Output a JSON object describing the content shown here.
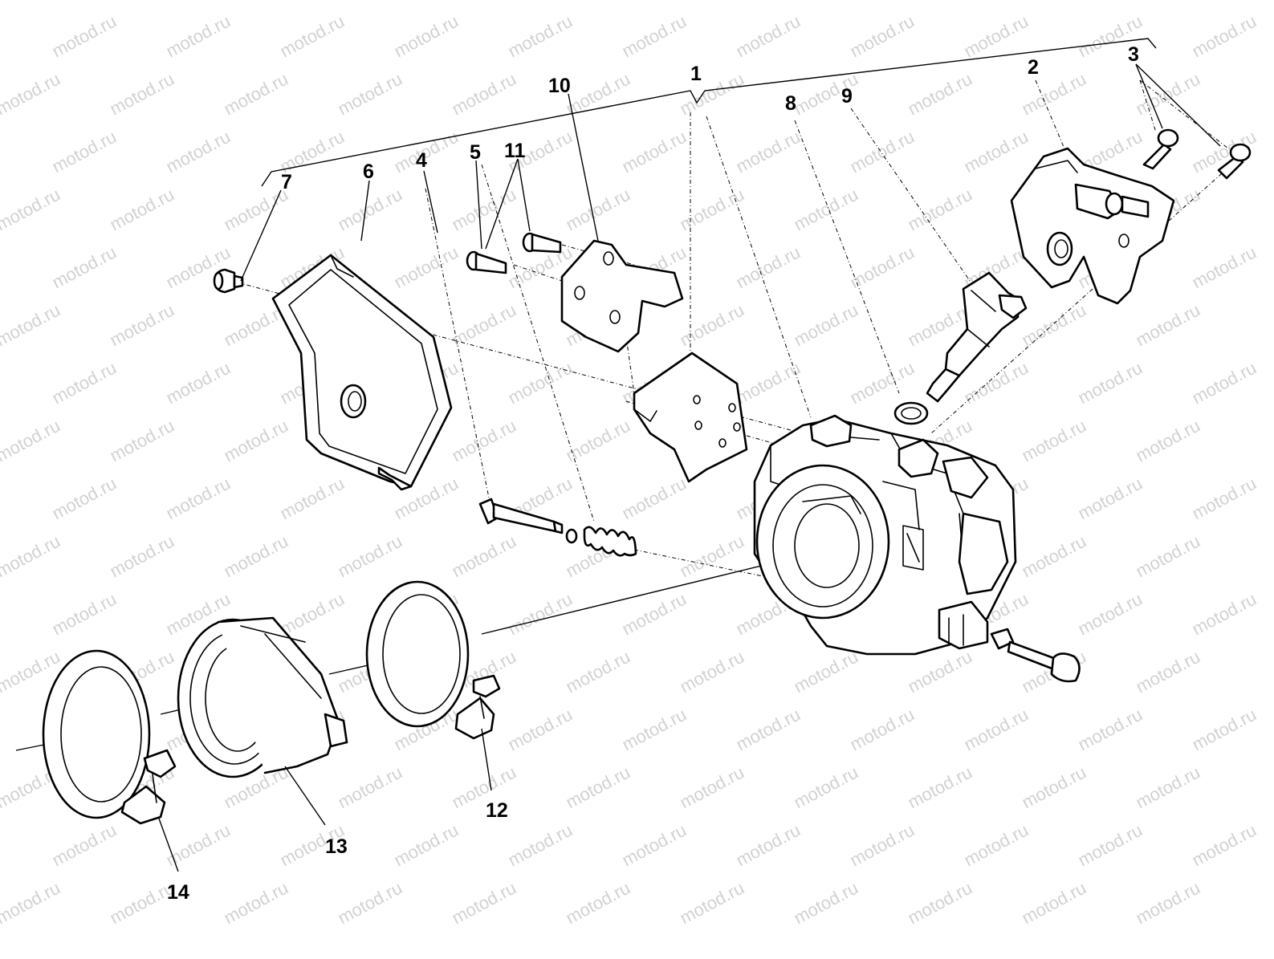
{
  "watermark": "motod.ru",
  "callouts": [
    {
      "id": "1",
      "text": "1"
    },
    {
      "id": "2",
      "text": "2"
    },
    {
      "id": "3",
      "text": "3"
    },
    {
      "id": "4",
      "text": "4"
    },
    {
      "id": "5",
      "text": "5"
    },
    {
      "id": "6",
      "text": "6"
    },
    {
      "id": "7",
      "text": "7"
    },
    {
      "id": "8",
      "text": "8"
    },
    {
      "id": "9",
      "text": "9"
    },
    {
      "id": "10",
      "text": "10"
    },
    {
      "id": "11",
      "text": "11"
    },
    {
      "id": "12",
      "text": "12"
    },
    {
      "id": "13",
      "text": "13"
    },
    {
      "id": "14",
      "text": "14"
    }
  ],
  "colors": {
    "line": "#000000",
    "background": "#ffffff",
    "watermark": "#d2d2d2"
  }
}
